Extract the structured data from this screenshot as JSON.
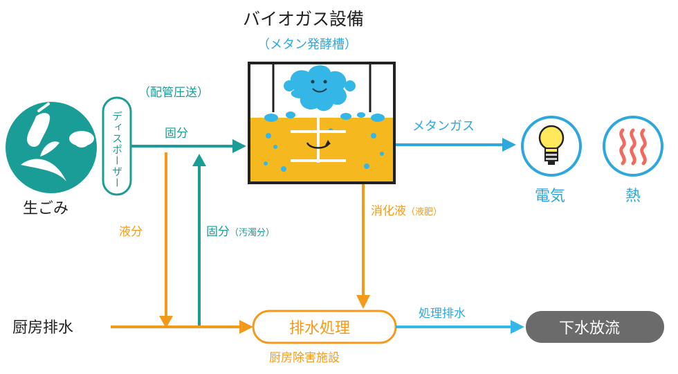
{
  "colors": {
    "teal": "#1a9c97",
    "orange": "#f39a1d",
    "blue": "#2da7dc",
    "light_blue": "#34b7e6",
    "yellow_liquid": "#f6b81f",
    "gray_pill": "#6b6b6b",
    "red_heat": "#f06b5e",
    "bulb_yellow": "#ffe85c"
  },
  "header": {
    "title": "バイオガス設備",
    "subtitle": "（メタン発酵槽）"
  },
  "labels": {
    "transport": "（配管圧送）",
    "disposer": "ディスポーザー",
    "solid": "固分",
    "food_waste": "生ごみ",
    "liquid": "液分",
    "solid_dirty_main": "固分",
    "solid_dirty_paren": "（汚濁分）",
    "digestate_main": "消化液",
    "digestate_paren": "（液肥）",
    "methane_gas": "メタンガス",
    "electricity": "電気",
    "heat": "熱",
    "kitchen_waste": "厨房排水",
    "wastewater_treatment": "排水処理",
    "treatment_facility": "厨房除害施設",
    "treated_drain": "処理排水",
    "sewer": "下水放流"
  },
  "icons": {
    "food_waste": "food-waste-icon",
    "tank": "fermentation-tank-icon",
    "microbe": "microbe-mascot-icon",
    "bulb": "light-bulb-icon",
    "heat": "heat-waves-icon"
  }
}
